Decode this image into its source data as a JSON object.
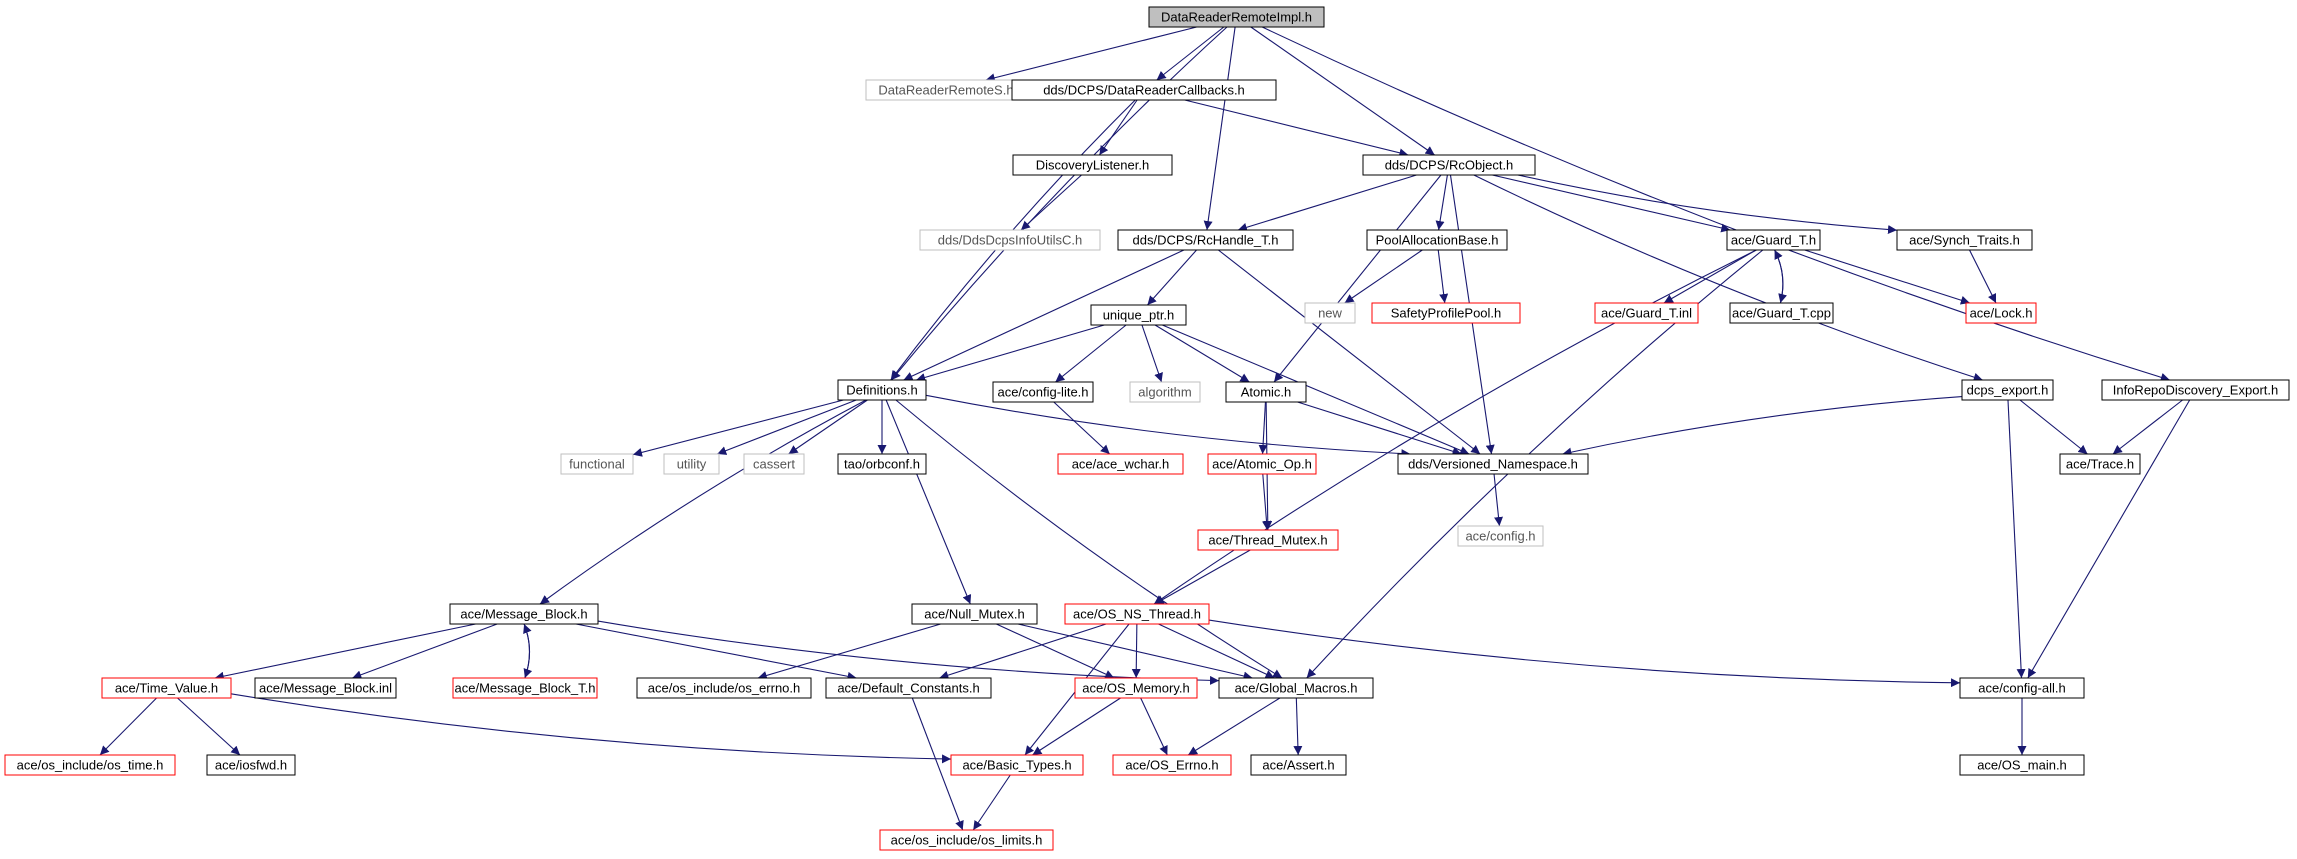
{
  "colors": {
    "edge": "#191970",
    "border_default": "#000000",
    "border_incomplete": "#ff0000",
    "border_external": "#bfbfbf",
    "root_fill": "#bfbfbf",
    "text_default": "#000000",
    "text_external": "#555555"
  },
  "nodes": [
    {
      "id": "root",
      "label": "DataReaderRemoteImpl.h",
      "kind": "root"
    },
    {
      "id": "drs",
      "label": "DataReaderRemoteS.h",
      "kind": "external"
    },
    {
      "id": "drcb",
      "label": "dds/DCPS/DataReaderCallbacks.h",
      "kind": "default"
    },
    {
      "id": "rco",
      "label": "dds/DCPS/RcObject.h",
      "kind": "default"
    },
    {
      "id": "irde",
      "label": "InfoRepoDiscovery_Export.h",
      "kind": "default"
    },
    {
      "id": "disc",
      "label": "DiscoveryListener.h",
      "kind": "default"
    },
    {
      "id": "ddsinfo",
      "label": "dds/DdsDcpsInfoUtilsC.h",
      "kind": "external"
    },
    {
      "id": "rch",
      "label": "dds/DCPS/RcHandle_T.h",
      "kind": "default"
    },
    {
      "id": "pab",
      "label": "PoolAllocationBase.h",
      "kind": "default"
    },
    {
      "id": "gt",
      "label": "ace/Guard_T.h",
      "kind": "default"
    },
    {
      "id": "st",
      "label": "ace/Synch_Traits.h",
      "kind": "default"
    },
    {
      "id": "new",
      "label": "new",
      "kind": "external"
    },
    {
      "id": "spp",
      "label": "SafetyProfilePool.h",
      "kind": "incomplete"
    },
    {
      "id": "gtinl",
      "label": "ace/Guard_T.inl",
      "kind": "incomplete"
    },
    {
      "id": "gtcpp",
      "label": "ace/Guard_T.cpp",
      "kind": "default"
    },
    {
      "id": "lock",
      "label": "ace/Lock.h",
      "kind": "incomplete"
    },
    {
      "id": "uptr",
      "label": "unique_ptr.h",
      "kind": "default"
    },
    {
      "id": "defs",
      "label": "Definitions.h",
      "kind": "default"
    },
    {
      "id": "cfglite",
      "label": "ace/config-lite.h",
      "kind": "default"
    },
    {
      "id": "algo",
      "label": "algorithm",
      "kind": "external"
    },
    {
      "id": "atomic",
      "label": "Atomic.h",
      "kind": "default"
    },
    {
      "id": "dexp",
      "label": "dcps_export.h",
      "kind": "default"
    },
    {
      "id": "functional",
      "label": "functional",
      "kind": "external"
    },
    {
      "id": "utility",
      "label": "utility",
      "kind": "external"
    },
    {
      "id": "cassert",
      "label": "cassert",
      "kind": "external"
    },
    {
      "id": "orbconf",
      "label": "tao/orbconf.h",
      "kind": "default"
    },
    {
      "id": "wchar",
      "label": "ace/ace_wchar.h",
      "kind": "incomplete"
    },
    {
      "id": "atomop",
      "label": "ace/Atomic_Op.h",
      "kind": "incomplete"
    },
    {
      "id": "vns",
      "label": "dds/Versioned_Namespace.h",
      "kind": "default"
    },
    {
      "id": "trace",
      "label": "ace/Trace.h",
      "kind": "default"
    },
    {
      "id": "cfgh",
      "label": "ace/config.h",
      "kind": "external"
    },
    {
      "id": "tmutex",
      "label": "ace/Thread_Mutex.h",
      "kind": "incomplete"
    },
    {
      "id": "mb",
      "label": "ace/Message_Block.h",
      "kind": "default"
    },
    {
      "id": "nullm",
      "label": "ace/Null_Mutex.h",
      "kind": "default"
    },
    {
      "id": "osns",
      "label": "ace/OS_NS_Thread.h",
      "kind": "incomplete"
    },
    {
      "id": "tv",
      "label": "ace/Time_Value.h",
      "kind": "incomplete"
    },
    {
      "id": "mbinl",
      "label": "ace/Message_Block.inl",
      "kind": "default"
    },
    {
      "id": "mbt",
      "label": "ace/Message_Block_T.h",
      "kind": "incomplete"
    },
    {
      "id": "oserrno",
      "label": "ace/os_include/os_errno.h",
      "kind": "default"
    },
    {
      "id": "dc",
      "label": "ace/Default_Constants.h",
      "kind": "default"
    },
    {
      "id": "osmem",
      "label": "ace/OS_Memory.h",
      "kind": "incomplete"
    },
    {
      "id": "gm",
      "label": "ace/Global_Macros.h",
      "kind": "default"
    },
    {
      "id": "cfgall",
      "label": "ace/config-all.h",
      "kind": "default"
    },
    {
      "id": "ostime",
      "label": "ace/os_include/os_time.h",
      "kind": "incomplete"
    },
    {
      "id": "iosfwd",
      "label": "ace/iosfwd.h",
      "kind": "default"
    },
    {
      "id": "bt",
      "label": "ace/Basic_Types.h",
      "kind": "incomplete"
    },
    {
      "id": "oserr",
      "label": "ace/OS_Errno.h",
      "kind": "incomplete"
    },
    {
      "id": "assert",
      "label": "ace/Assert.h",
      "kind": "default"
    },
    {
      "id": "osmain",
      "label": "ace/OS_main.h",
      "kind": "default"
    },
    {
      "id": "oslimits",
      "label": "ace/os_include/os_limits.h",
      "kind": "incomplete"
    }
  ],
  "edges": [
    [
      "root",
      "drs"
    ],
    [
      "root",
      "drcb"
    ],
    [
      "root",
      "rco"
    ],
    [
      "root",
      "irde"
    ],
    [
      "root",
      "defs"
    ],
    [
      "root",
      "rch"
    ],
    [
      "drcb",
      "disc"
    ],
    [
      "drcb",
      "rco"
    ],
    [
      "drcb",
      "defs"
    ],
    [
      "disc",
      "ddsinfo"
    ],
    [
      "rco",
      "rch"
    ],
    [
      "rco",
      "pab"
    ],
    [
      "rco",
      "gt"
    ],
    [
      "rco",
      "st"
    ],
    [
      "rco",
      "dexp"
    ],
    [
      "rco",
      "atomic"
    ],
    [
      "rco",
      "vns"
    ],
    [
      "rch",
      "uptr"
    ],
    [
      "rch",
      "defs"
    ],
    [
      "rch",
      "vns"
    ],
    [
      "pab",
      "new"
    ],
    [
      "pab",
      "spp"
    ],
    [
      "gt",
      "gtinl"
    ],
    [
      "gt",
      "gtcpp"
    ],
    [
      "gtcpp",
      "gt"
    ],
    [
      "gt",
      "lock"
    ],
    [
      "gt",
      "osns"
    ],
    [
      "gt",
      "gm"
    ],
    [
      "st",
      "lock"
    ],
    [
      "uptr",
      "cfglite"
    ],
    [
      "uptr",
      "algo"
    ],
    [
      "uptr",
      "atomic"
    ],
    [
      "uptr",
      "vns"
    ],
    [
      "uptr",
      "defs"
    ],
    [
      "defs",
      "functional"
    ],
    [
      "defs",
      "utility"
    ],
    [
      "defs",
      "cassert"
    ],
    [
      "defs",
      "orbconf"
    ],
    [
      "defs",
      "mb"
    ],
    [
      "defs",
      "nullm"
    ],
    [
      "defs",
      "vns"
    ],
    [
      "defs",
      "gm"
    ],
    [
      "cfglite",
      "wchar"
    ],
    [
      "atomic",
      "atomop"
    ],
    [
      "atomic",
      "vns"
    ],
    [
      "atomic",
      "tmutex"
    ],
    [
      "atomop",
      "tmutex"
    ],
    [
      "tmutex",
      "osns"
    ],
    [
      "vns",
      "cfgh"
    ],
    [
      "dexp",
      "vns"
    ],
    [
      "dexp",
      "trace"
    ],
    [
      "dexp",
      "cfgall"
    ],
    [
      "irde",
      "trace"
    ],
    [
      "irde",
      "cfgall"
    ],
    [
      "mb",
      "tv"
    ],
    [
      "mb",
      "mbinl"
    ],
    [
      "mb",
      "mbt"
    ],
    [
      "mbt",
      "mb"
    ],
    [
      "mb",
      "dc"
    ],
    [
      "mb",
      "gm"
    ],
    [
      "nullm",
      "oserrno"
    ],
    [
      "nullm",
      "osmem"
    ],
    [
      "nullm",
      "gm"
    ],
    [
      "osns",
      "dc"
    ],
    [
      "osns",
      "osmem"
    ],
    [
      "osns",
      "gm"
    ],
    [
      "osns",
      "bt"
    ],
    [
      "osns",
      "cfgall"
    ],
    [
      "tv",
      "ostime"
    ],
    [
      "tv",
      "iosfwd"
    ],
    [
      "tv",
      "bt"
    ],
    [
      "dc",
      "oslimits"
    ],
    [
      "osmem",
      "bt"
    ],
    [
      "osmem",
      "oserr"
    ],
    [
      "gm",
      "oserr"
    ],
    [
      "gm",
      "assert"
    ],
    [
      "bt",
      "oslimits"
    ],
    [
      "cfgall",
      "osmain"
    ]
  ]
}
